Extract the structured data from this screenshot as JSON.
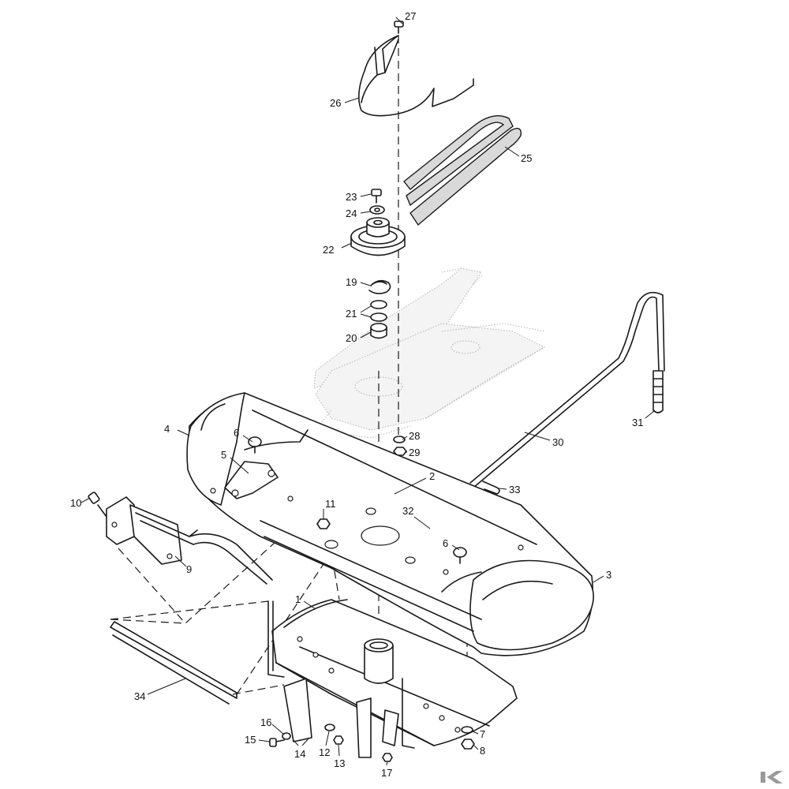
{
  "callouts": {
    "c1": "1",
    "c2": "2",
    "c3": "3",
    "c4": "4",
    "c5": "5",
    "c6a": "6",
    "c6b": "6",
    "c7": "7",
    "c8": "8",
    "c9": "9",
    "c10": "10",
    "c11": "11",
    "c12": "12",
    "c13": "13",
    "c14": "14",
    "c15": "15",
    "c16": "16",
    "c17": "17",
    "c19": "19",
    "c20": "20",
    "c21": "21",
    "c22": "22",
    "c23": "23",
    "c24": "24",
    "c25": "25",
    "c26": "26",
    "c27": "27",
    "c28": "28",
    "c29": "29",
    "c30": "30",
    "c31": "31",
    "c32": "32",
    "c33": "33",
    "c34": "34"
  },
  "colors": {
    "line": "#1a1a1a",
    "ghost": "#b9b9b9",
    "brand": "#9a9a9a"
  },
  "icons": {
    "brand": "brand-k-logo"
  }
}
